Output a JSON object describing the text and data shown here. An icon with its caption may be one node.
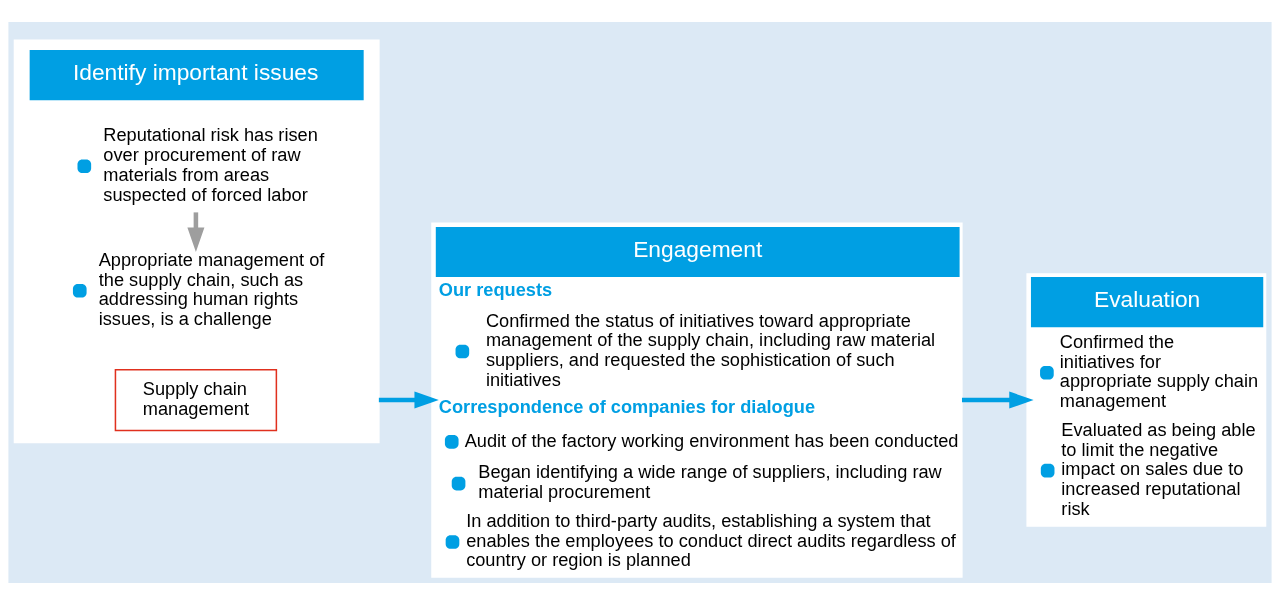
{
  "diagram": {
    "nodes": [
      {
        "text": [
          "Identify important issues"
        ]
      },
      {
        "text": [
          "Reputational risk has risen over procurement of raw materials from areas suspected of forced labor"
        ],
        "in": 0
      },
      {
        "text": [
          "Appropriate management of the supply chain, such as addressing human rights issues, is a challenge"
        ],
        "in": 0
      },
      {
        "text": [
          "Supply chain management"
        ],
        "in": 0
      },
      {
        "text": [
          "Engagement",
          "Our requests",
          "Confirmed the status of initiatives toward appropriate management of the supply chain, including raw material suppliers, and requested the sophistication of such initiatives",
          "Correspondence of companies for dialogue",
          "Audit of the factory working environment has been conducted",
          "Began identifying a wide range of suppliers, including raw material procurement",
          "In addition to third-party audits, establishing a system that enables the employees to conduct direct audits regardless of country or region is planned"
        ]
      },
      {
        "text": [
          "Evaluation",
          "Confirmed the initiatives for appropriate supply chain management",
          "Evaluated as being able to limit the negative impact on sales due to increased reputational risk"
        ]
      }
    ],
    "edges": [
      {
        "from": 1,
        "to": 2,
        "arrow": "to",
        "color": "#9e9e9e"
      },
      {
        "from": 0,
        "to": 4,
        "arrow": "to"
      },
      {
        "from": 4,
        "to": 5,
        "arrow": "to"
      }
    ]
  }
}
